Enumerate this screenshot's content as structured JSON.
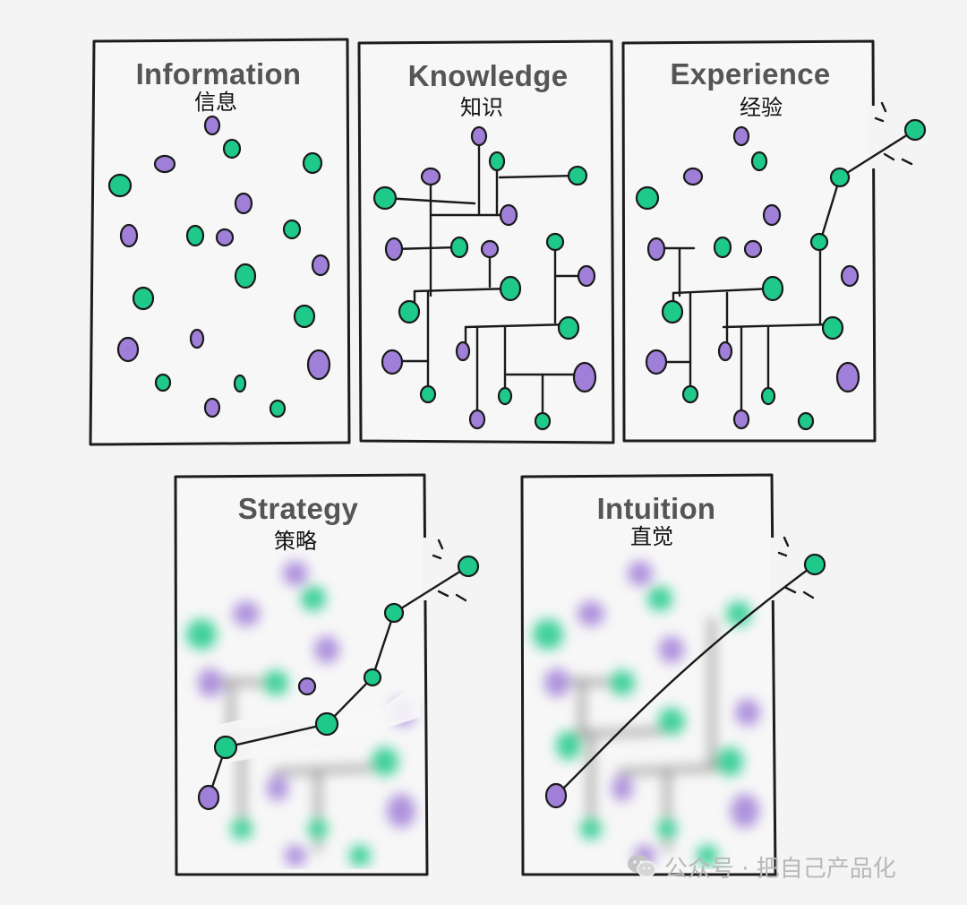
{
  "panels": [
    {
      "id": "information",
      "title_en": "Information",
      "title_zh": "信息"
    },
    {
      "id": "knowledge",
      "title_en": "Knowledge",
      "title_zh": "知识"
    },
    {
      "id": "experience",
      "title_en": "Experience",
      "title_zh": "经验"
    },
    {
      "id": "strategy",
      "title_en": "Strategy",
      "title_zh": "策略"
    },
    {
      "id": "intuition",
      "title_en": "Intuition",
      "title_zh": "直觉"
    }
  ],
  "watermark": {
    "text": "公众号 · 把自己产品化",
    "icon": "wechat-icon"
  },
  "colors": {
    "green": "#1ec98a",
    "purple": "#a07fd8",
    "ink": "#1a1a1a",
    "paper": "#f7f7f7"
  }
}
